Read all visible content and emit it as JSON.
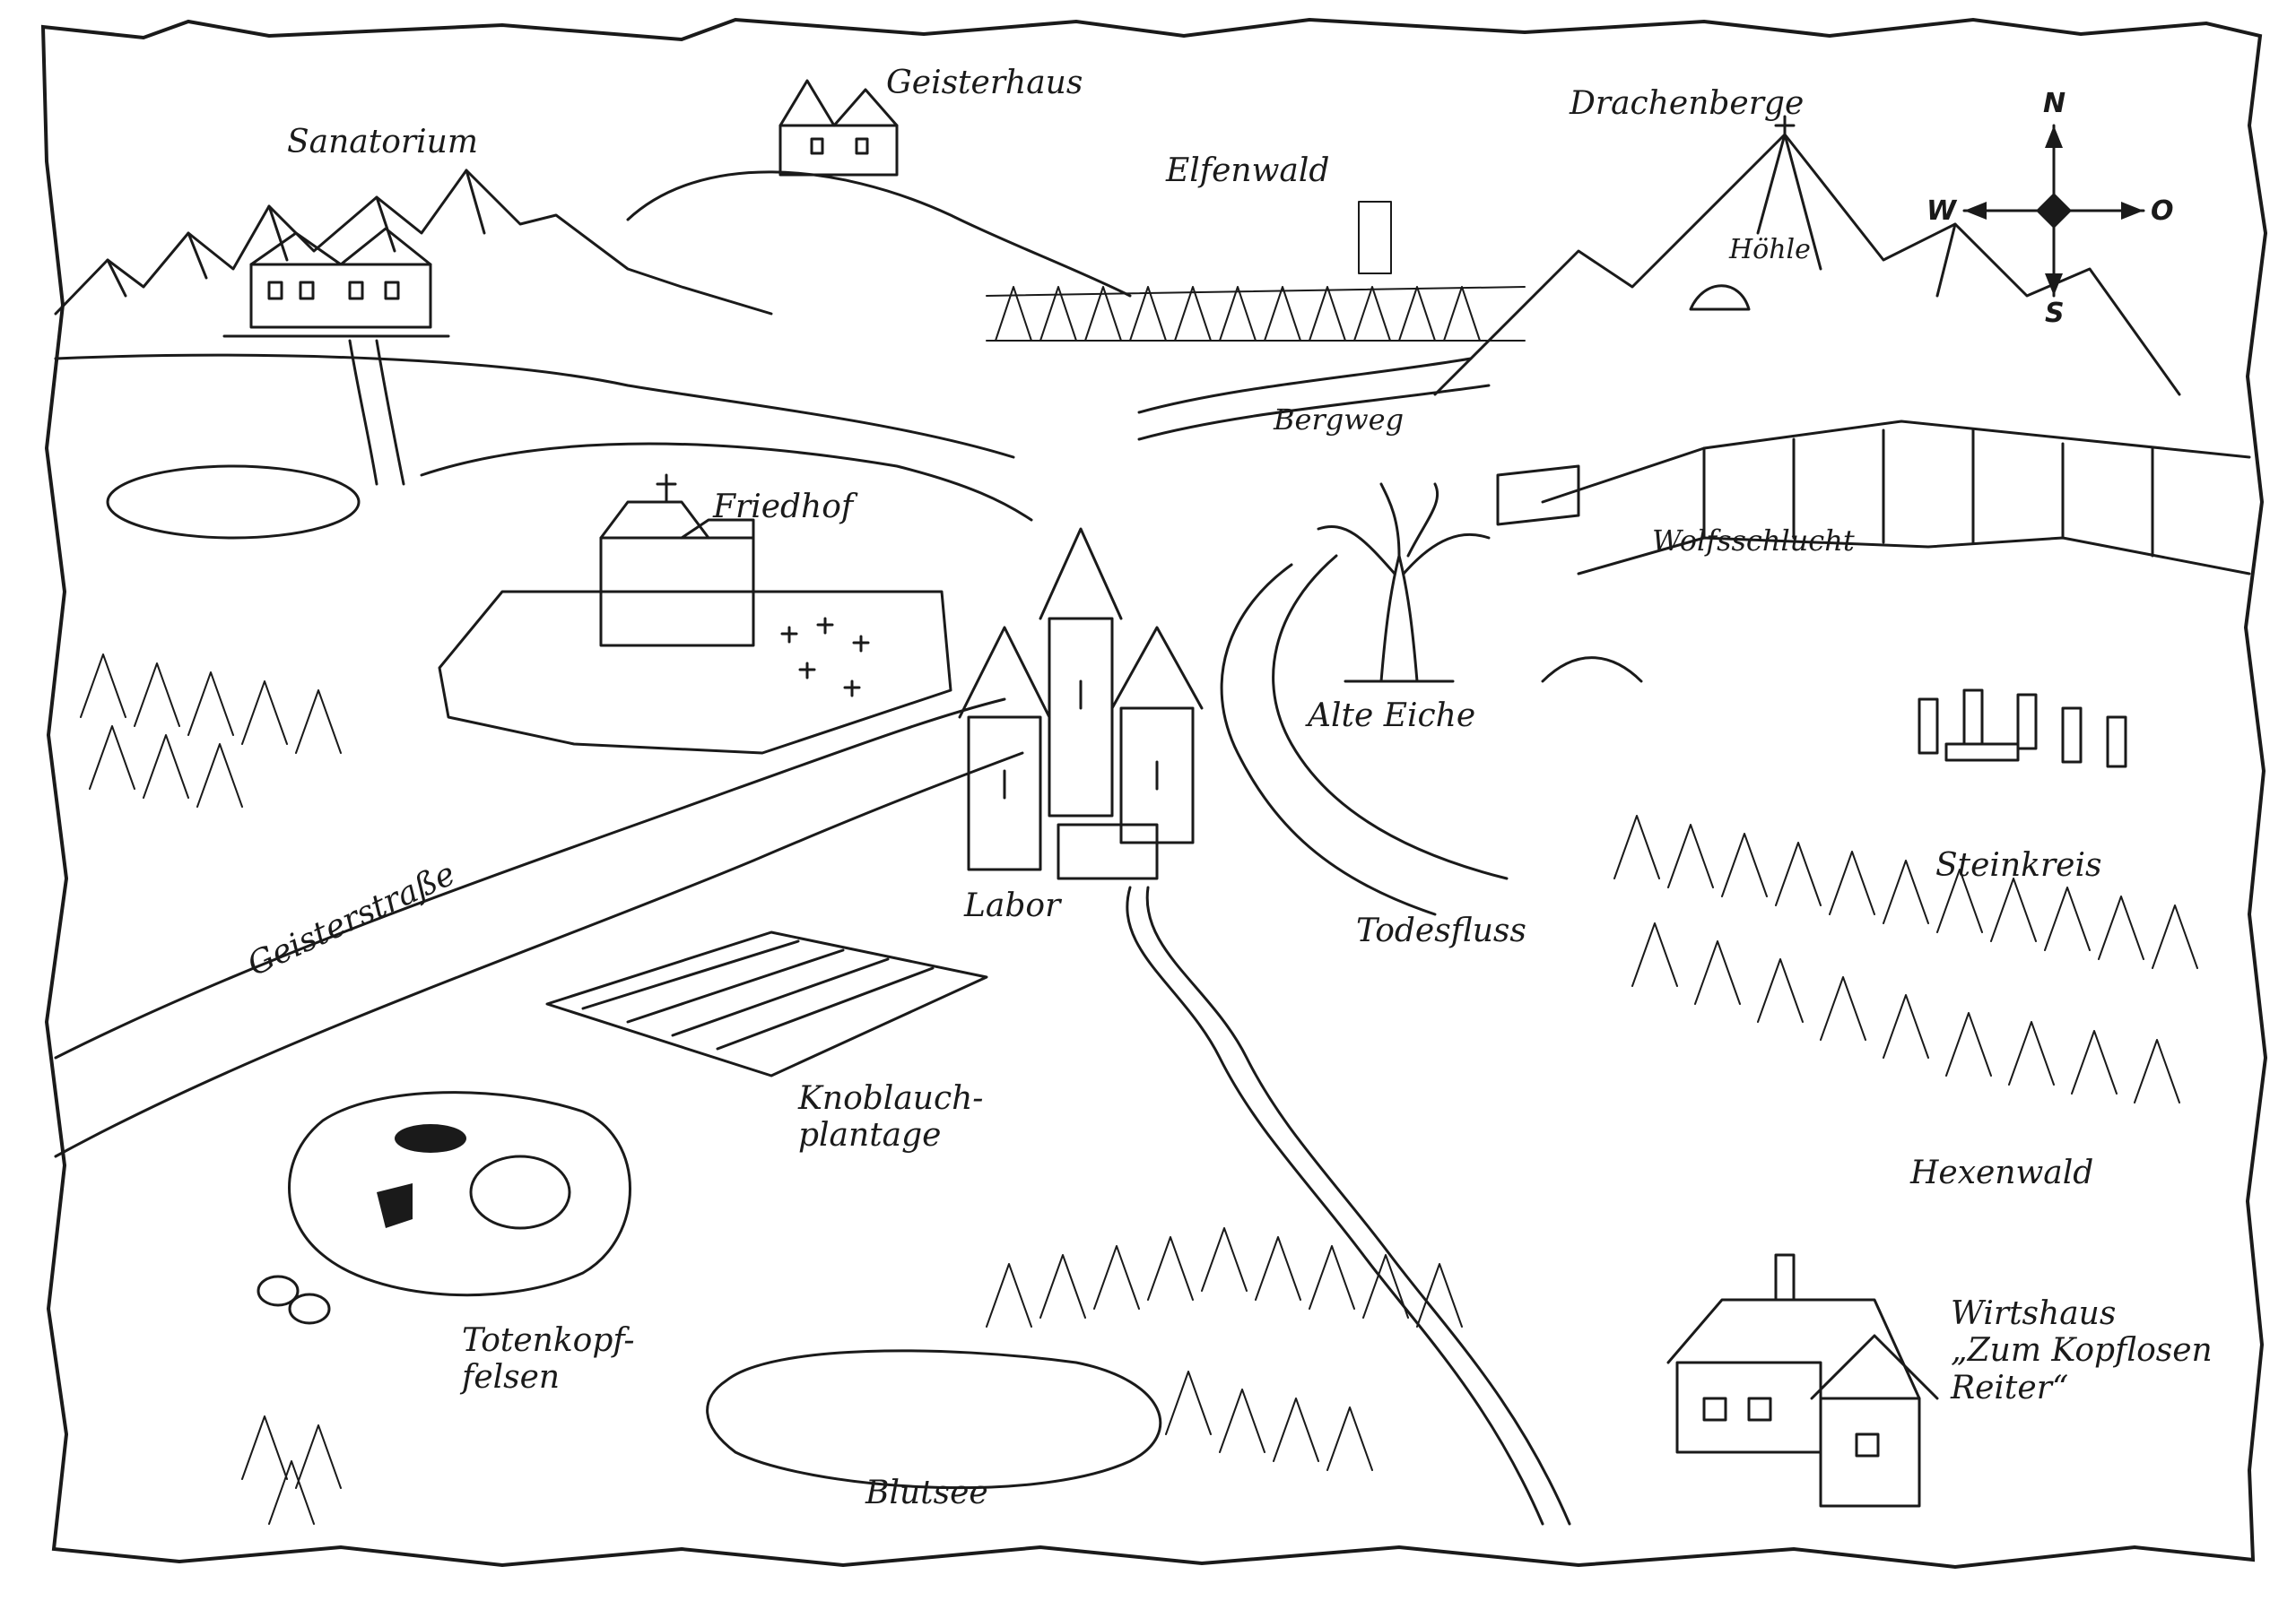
{
  "map": {
    "labels": {
      "sanatorium": "Sanatorium",
      "geisterhaus": "Geisterhaus",
      "elfenwald": "Elfenwald",
      "drachenberge": "Drachenberge",
      "hoehle": "Höhle",
      "bergweg": "Bergweg",
      "wolfsschlucht": "Wolfsschlucht",
      "friedhof": "Friedhof",
      "alte_eiche": "Alte Eiche",
      "labor": "Labor",
      "todesfluss": "Todesfluss",
      "steinkreis": "Steinkreis",
      "geisterstrasse": "Geisterstraße",
      "knoblauchplantage": "Knoblauch-\nplantage",
      "hexenwald": "Hexenwald",
      "totenkopffelsen": "Totenkopf-\nfelsen",
      "blutsee": "Blutsee",
      "wirtshaus": "Wirtshaus\n„Zum Kopflosen\n   Reiter“"
    },
    "compass": {
      "n": "N",
      "s": "S",
      "w": "W",
      "o": "O"
    }
  }
}
